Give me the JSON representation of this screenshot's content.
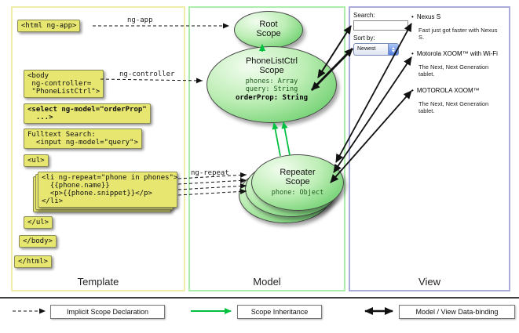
{
  "columns": {
    "template_label": "Template",
    "model_label": "Model",
    "view_label": "View"
  },
  "code": {
    "html_open": "<html ng-app>",
    "body_open": "<body\n ng-controller=\n \"PhoneListCtrl\">",
    "select_box": "<select ng-model=\"orderProp\"\n  ...>",
    "fulltext_box": "Fulltext Search:\n  <input ng-model=\"query\">",
    "ul_open": "<ul>",
    "li_repeat": "<li ng-repeat=\"phone in phones\">\n  {{phone.name}}\n  <p>{{phone.snippet}}</p>\n</li>",
    "ul_close": "</ul>",
    "body_close": "</body>",
    "html_close": "</html>"
  },
  "arrow_labels": {
    "ng_app": "ng-app",
    "ng_controller": "ng-controller",
    "ng_repeat": "ng-repeat"
  },
  "scopes": {
    "root_title": "Root\nScope",
    "phonelist_title": "PhoneListCtrl\nScope",
    "phonelist_props": "phones: Array\nquery: String",
    "phonelist_bold_prop": "orderProp: String",
    "repeater_title": "Repeater\nScope",
    "repeater_prop": "phone: Object"
  },
  "view": {
    "search_label": "Search:",
    "sort_label": "Sort by:",
    "sort_value": "Newest",
    "items": [
      {
        "title": "Nexus S",
        "desc": "Fast just got faster with Nexus S."
      },
      {
        "title": "Motorola XOOM™ with Wi-Fi",
        "desc": "The Next, Next Generation tablet."
      },
      {
        "title": "MOTOROLA XOOM™",
        "desc": "The Next, Next Generation tablet."
      }
    ]
  },
  "legend": {
    "implicit_label": "Implicit Scope Declaration",
    "inheritance_label": "Scope Inheritance",
    "binding_label": "Model / View Data-binding"
  },
  "colors": {
    "code_box_bg": "#e6e671",
    "scope_green": "#74d274",
    "inheritance_green": "#00c040",
    "template_border": "#eeeeaa",
    "model_border": "#aaeeaa",
    "view_border": "#aaaadd"
  }
}
